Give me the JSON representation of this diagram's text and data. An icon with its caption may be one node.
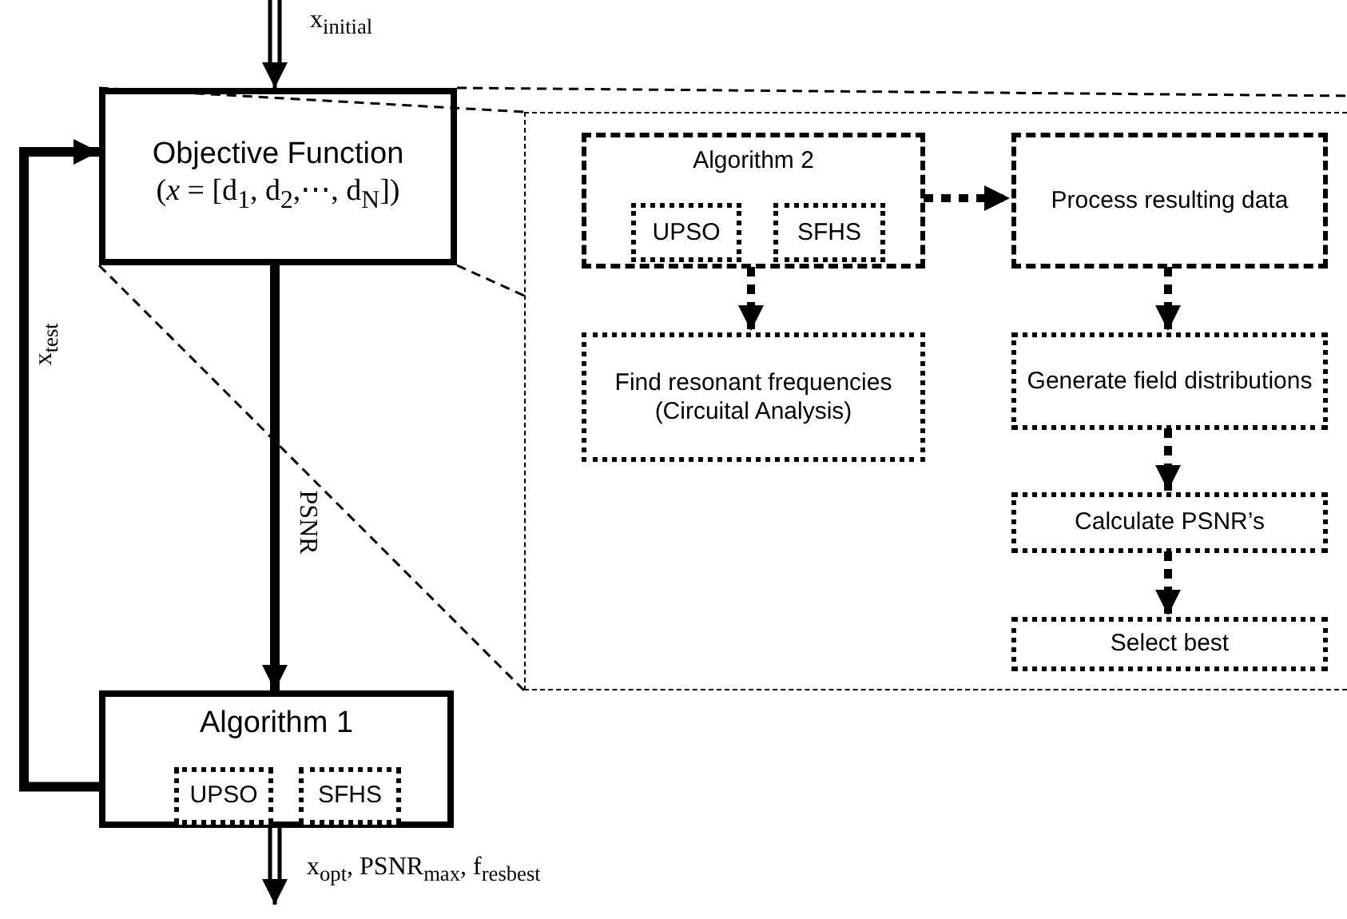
{
  "diagram": {
    "nodes": [
      {
        "text": [
          "Objective Function",
          "(*x* = [d$_{1}$, d$_{2}$,⋯, d$_{N}$])"
        ]
      },
      {
        "text": [
          "Algorithm 1"
        ]
      },
      {
        "text": [
          "UPSO"
        ],
        "in": 1
      },
      {
        "text": [
          "SFHS"
        ],
        "in": 1
      },
      {
        "text": [],
        "shape": "box"
      },
      {
        "text": [
          "Algorithm 2"
        ],
        "in": 4
      },
      {
        "text": [
          "UPSO"
        ],
        "in": 5
      },
      {
        "text": [
          "SFHS"
        ],
        "in": 5
      },
      {
        "text": [
          "Process resulting data"
        ],
        "in": 4
      },
      {
        "text": [
          "Find resonant frequencies (Circuital Analysis)"
        ],
        "in": 4
      },
      {
        "text": [
          "Generate field distributions"
        ],
        "in": 4
      },
      {
        "text": [
          "Calculate PSNR’s"
        ],
        "in": 4
      },
      {
        "text": [
          "Select best"
        ],
        "in": 4
      }
    ],
    "edges": [
      {
        "from": null,
        "to": 0,
        "arrow": "to",
        "label": "x$_{initial}$"
      },
      {
        "from": 0,
        "to": 1,
        "arrow": "to",
        "label": "PSNR"
      },
      {
        "from": 1,
        "to": 0,
        "arrow": "to",
        "label": "x$_{test}$"
      },
      {
        "from": 1,
        "to": null,
        "arrow": "to",
        "label": "x$_{opt}$, PSNR$_{max}$, f$_{res}$$_{best}$"
      },
      {
        "from": 0,
        "to": 4,
        "arrow": "none",
        "style": "dashed"
      },
      {
        "from": 5,
        "to": 8,
        "arrow": "to",
        "style": "dashed"
      },
      {
        "from": 5,
        "to": 9,
        "arrow": "to",
        "style": "dashed"
      },
      {
        "from": 8,
        "to": 10,
        "arrow": "to",
        "style": "dashed"
      },
      {
        "from": 10,
        "to": 11,
        "arrow": "to",
        "style": "dashed"
      },
      {
        "from": 11,
        "to": 12,
        "arrow": "to",
        "style": "dashed"
      }
    ]
  }
}
